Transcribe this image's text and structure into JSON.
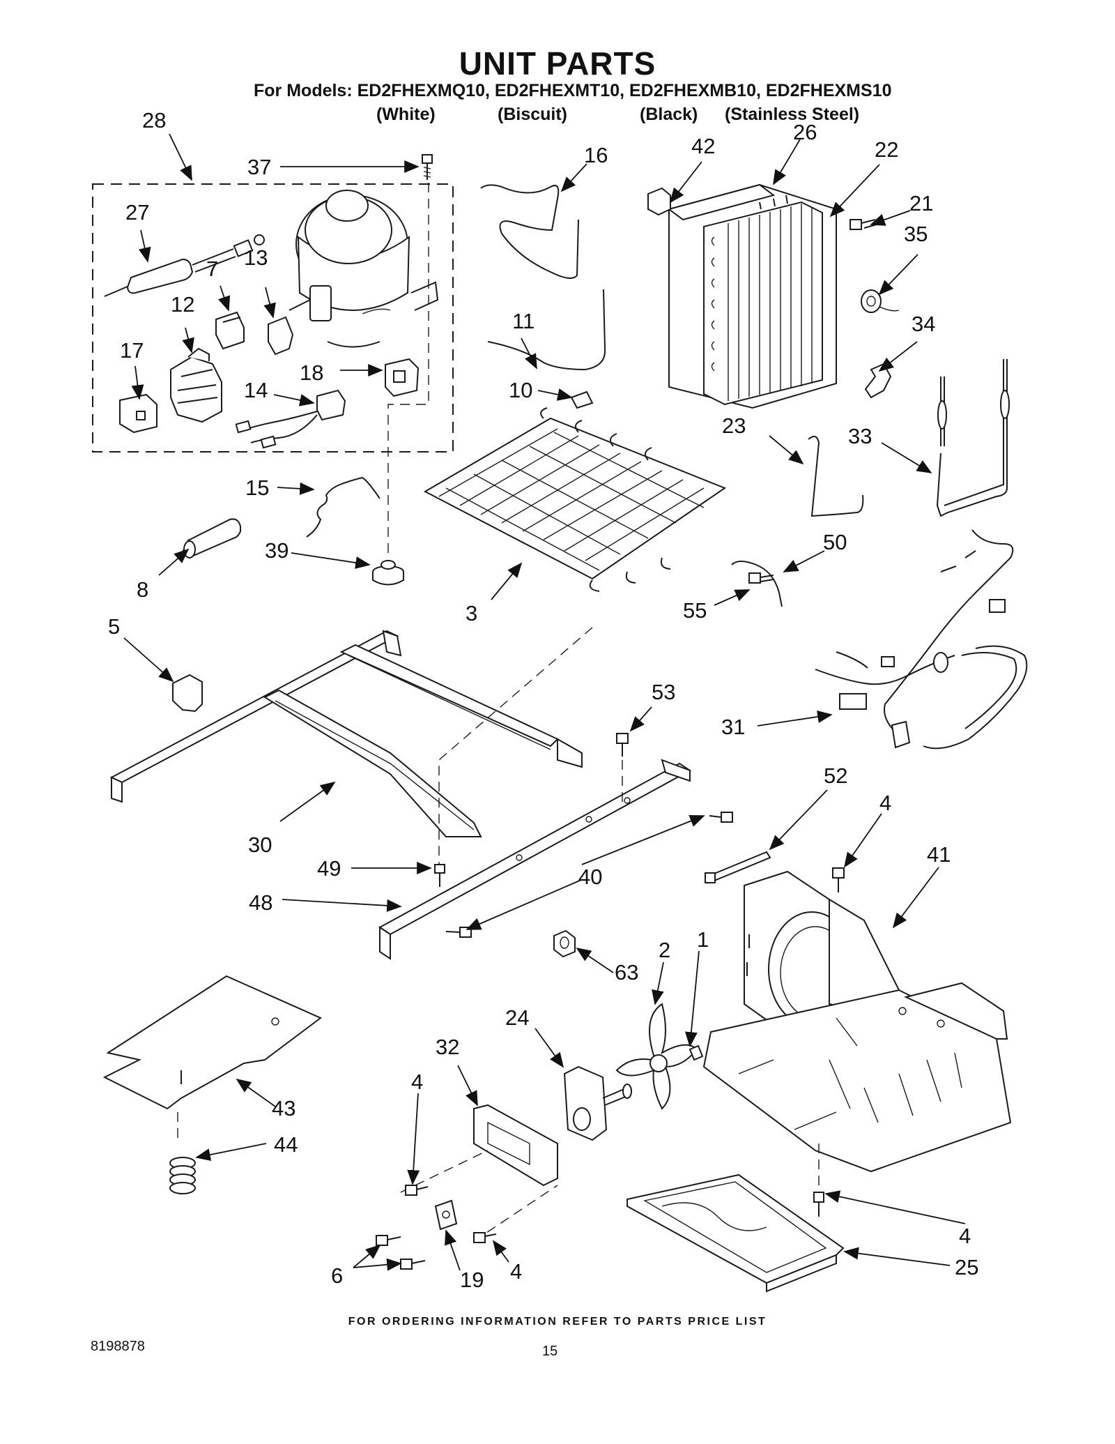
{
  "page": {
    "title": "UNIT PARTS",
    "models_line": "For Models: ED2FHEXMQ10, ED2FHEXMT10, ED2FHEXMB10, ED2FHEXMS10",
    "colors": [
      "(White)",
      "(Biscuit)",
      "(Black)",
      "(Stainless Steel)"
    ],
    "footer": "FOR ORDERING INFORMATION REFER TO PARTS PRICE LIST",
    "document_number": "8198878",
    "page_number": "15"
  },
  "callouts": [
    "28",
    "37",
    "16",
    "42",
    "26",
    "22",
    "21",
    "35",
    "27",
    "7",
    "13",
    "12",
    "17",
    "18",
    "14",
    "11",
    "10",
    "34",
    "23",
    "33",
    "15",
    "39",
    "8",
    "3",
    "50",
    "55",
    "5",
    "53",
    "31",
    "30",
    "49",
    "40",
    "48",
    "52",
    "4",
    "41",
    "63",
    "2",
    "1",
    "24",
    "32",
    "43",
    "44",
    "6",
    "19",
    "25"
  ]
}
